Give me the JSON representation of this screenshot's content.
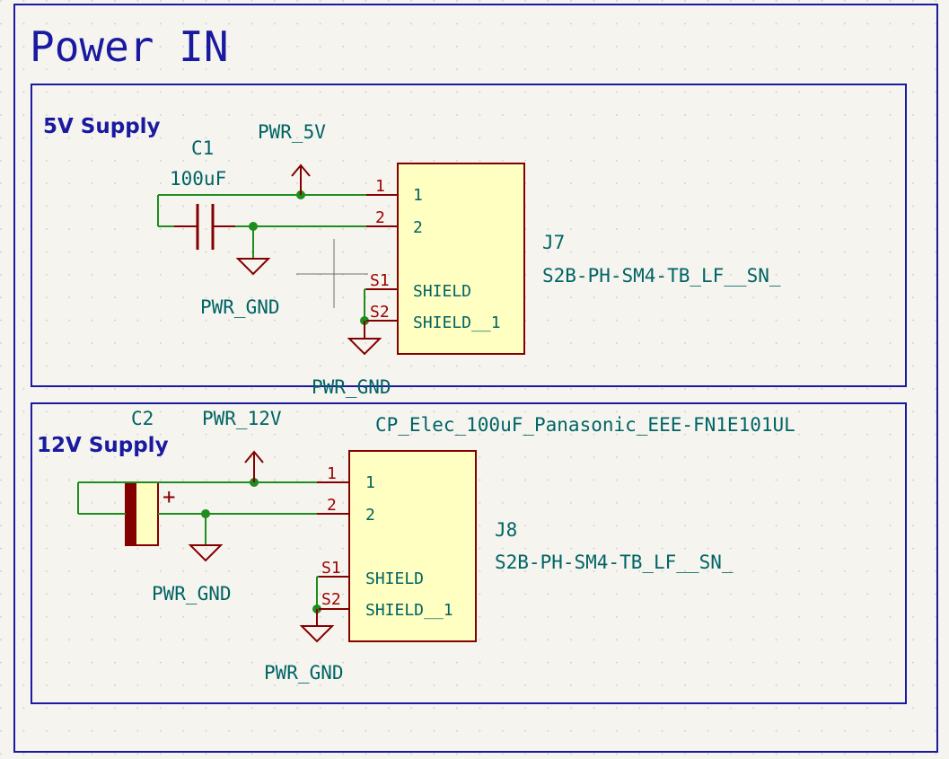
{
  "sheet": {
    "title": "Power IN",
    "colors": {
      "background": "#f5f4ef",
      "frame": "#1a1aa0",
      "wire": "#1e8c1e",
      "junction": "#1e8c1e",
      "symbol": "#840000",
      "body_fill": "#ffffc2",
      "label_text": "#006464",
      "pin_number": "#a00000",
      "grid": "#c8c8c8"
    }
  },
  "sections": [
    {
      "label": "5V Supply",
      "capacitor": {
        "ref": "C1",
        "value": "100uF"
      },
      "power_flag": "PWR_5V",
      "gnd_cap": "PWR_GND",
      "gnd_connector": "PWR_GND",
      "connector": {
        "ref": "J7",
        "value": "S2B-PH-SM4-TB_LF__SN_",
        "pins": [
          {
            "number": "1",
            "name": "1"
          },
          {
            "number": "2",
            "name": "2"
          },
          {
            "number": "S1",
            "name": "SHIELD"
          },
          {
            "number": "S2",
            "name": "SHIELD__1"
          }
        ]
      }
    },
    {
      "label": "12V Supply",
      "capacitor": {
        "ref": "C2",
        "value": "CP_Elec_100uF_Panasonic_EEE-FN1E101UL",
        "polarity": "+"
      },
      "power_flag": "PWR_12V",
      "gnd_cap": "PWR_GND",
      "gnd_connector": "PWR_GND",
      "connector": {
        "ref": "J8",
        "value": "S2B-PH-SM4-TB_LF__SN_",
        "pins": [
          {
            "number": "1",
            "name": "1"
          },
          {
            "number": "2",
            "name": "2"
          },
          {
            "number": "S1",
            "name": "SHIELD"
          },
          {
            "number": "S2",
            "name": "SHIELD__1"
          }
        ]
      }
    }
  ]
}
